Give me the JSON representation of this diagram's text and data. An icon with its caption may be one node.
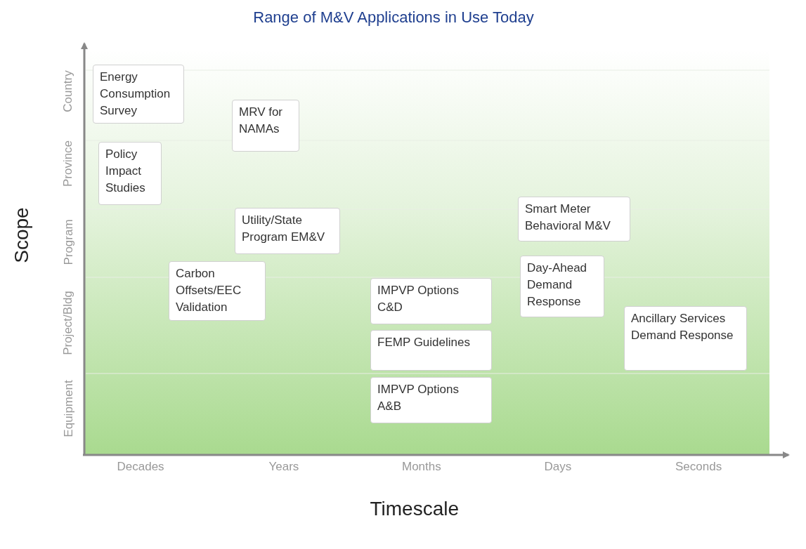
{
  "diagram": {
    "title": "Range of M&V Applications in Use Today",
    "nodes": [
      {
        "text": [
          "Energy Consumption Survey"
        ]
      },
      {
        "text": [
          "MRV for NAMAs"
        ]
      },
      {
        "text": [
          "Policy Impact Studies"
        ]
      },
      {
        "text": [
          "Utility/State Program EM&V"
        ]
      },
      {
        "text": [
          "Smart Meter Behavioral M&V"
        ]
      },
      {
        "text": [
          "Carbon Offsets/EEC Validation"
        ]
      },
      {
        "text": [
          "Day-Ahead Demand Response"
        ]
      },
      {
        "text": [
          "IMPVP Options C&D"
        ]
      },
      {
        "text": [
          "FEMP Guidelines"
        ]
      },
      {
        "text": [
          "Ancillary Services Demand Response"
        ]
      },
      {
        "text": [
          "IMPVP Options A&B"
        ]
      }
    ],
    "labels": [
      "Scope",
      "Country",
      "Province",
      "Program",
      "Project/Bldg",
      "Equipment",
      "Decades",
      "Years",
      "Months",
      "Days",
      "Seconds",
      "Timescale"
    ]
  }
}
